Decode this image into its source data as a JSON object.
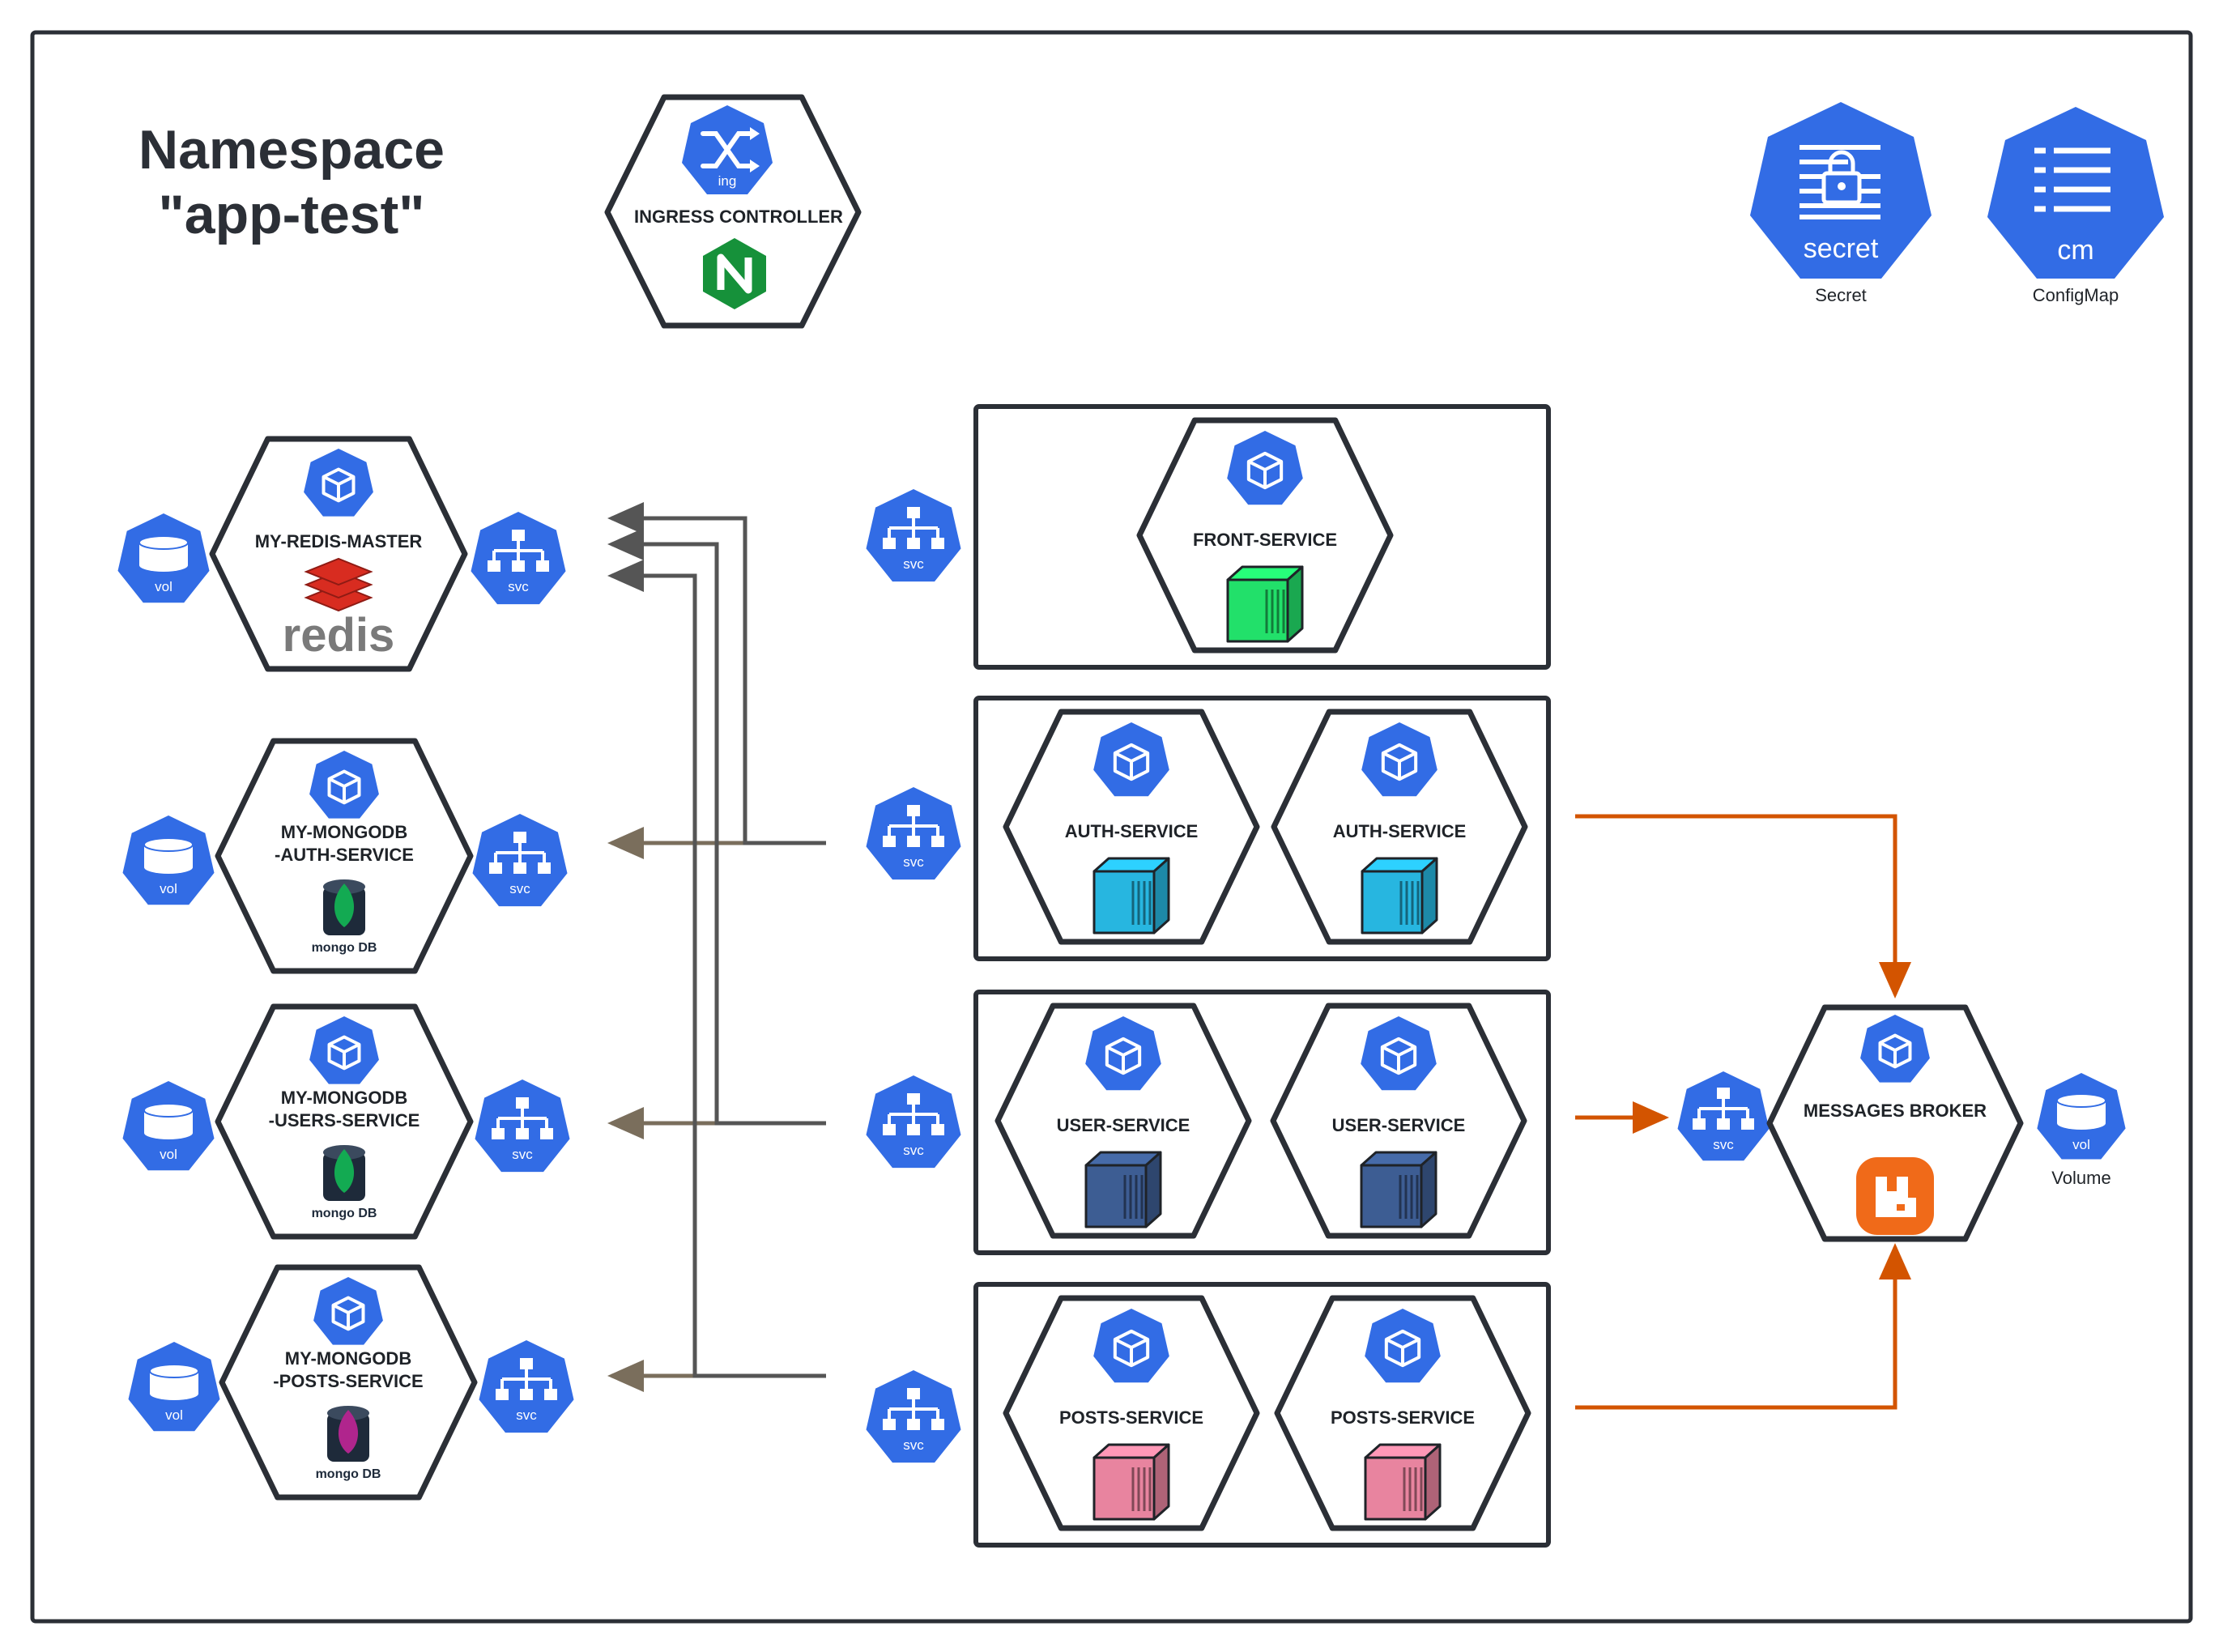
{
  "namespace": {
    "title_line1": "Namespace",
    "title_line2": "\"app-test\""
  },
  "ingress": {
    "label": "INGRESS CONTROLLER",
    "icon_label": "ing"
  },
  "legend": {
    "secret": {
      "icon_text": "secret",
      "caption": "Secret"
    },
    "configmap": {
      "icon_text": "cm",
      "caption": "ConfigMap"
    }
  },
  "databases": {
    "redis": {
      "label": "MY-REDIS-MASTER",
      "logo_text": "redis",
      "vol_label": "vol",
      "svc_label": "svc"
    },
    "mongo_auth": {
      "label_line1": "MY-MONGODB",
      "label_line2": "-AUTH-SERVICE",
      "logo_text": "mongo DB",
      "vol_label": "vol",
      "svc_label": "svc"
    },
    "mongo_users": {
      "label_line1": "MY-MONGODB",
      "label_line2": "-USERS-SERVICE",
      "logo_text": "mongo DB",
      "vol_label": "vol",
      "svc_label": "svc"
    },
    "mongo_posts": {
      "label_line1": "MY-MONGODB",
      "label_line2": "-POSTS-SERVICE",
      "logo_text": "mongo DB",
      "vol_label": "vol",
      "svc_label": "svc"
    }
  },
  "services": {
    "front": {
      "svc_label": "svc",
      "pods": [
        "FRONT-SERVICE"
      ],
      "container_color": "#22e06a"
    },
    "auth": {
      "svc_label": "svc",
      "pods": [
        "AUTH-SERVICE",
        "AUTH-SERVICE"
      ],
      "container_color": "#27b6e0"
    },
    "user": {
      "svc_label": "svc",
      "pods": [
        "USER-SERVICE",
        "USER-SERVICE"
      ],
      "container_color": "#3d5d93"
    },
    "posts": {
      "svc_label": "svc",
      "pods": [
        "POSTS-SERVICE",
        "POSTS-SERVICE"
      ],
      "container_color": "#e8849f"
    }
  },
  "broker": {
    "label": "MESSAGES BROKER",
    "svc_label": "svc",
    "vol_label": "vol",
    "vol_caption": "Volume",
    "logo_color": "#f06a19"
  },
  "colors": {
    "k8s_blue": "#326ce5",
    "outline": "#2b2f36",
    "db_arrow": "#7a6e5c",
    "redis_arrow": "#555555",
    "broker_arrow": "#d35400",
    "nginx_green": "#16913a",
    "redis_red": "#d82c20",
    "mongo_green": "#13aa52",
    "mongo_purple": "#b0258d"
  }
}
